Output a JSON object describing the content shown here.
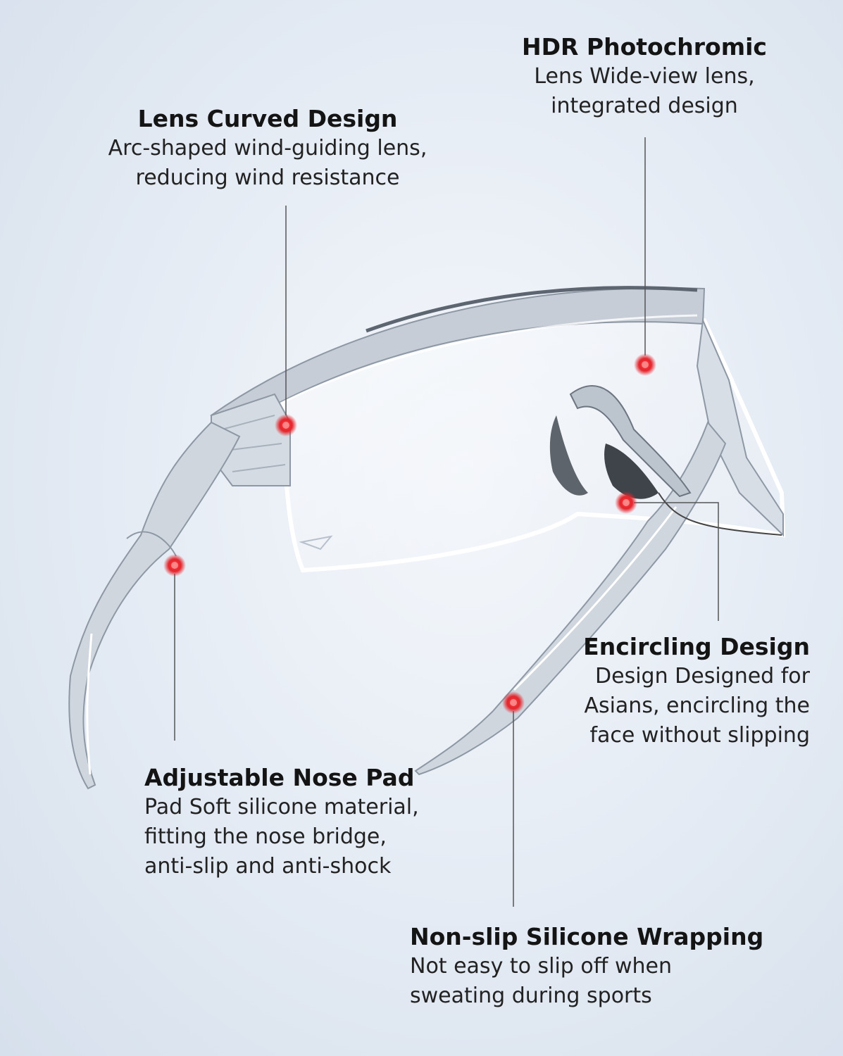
{
  "features": [
    {
      "title": "HDR Photochromic",
      "lines": [
        "Lens Wide-view lens,",
        "integrated design"
      ]
    },
    {
      "title": "Lens Curved Design",
      "lines": [
        "Arc-shaped wind-guiding lens,",
        "reducing wind resistance"
      ]
    },
    {
      "title": "Encircling Design",
      "lines": [
        "Design Designed for",
        "Asians, encircling the",
        "face without slipping"
      ]
    },
    {
      "title": "Adjustable Nose Pad",
      "lines": [
        "Pad Soft silicone material,",
        "fitting the nose bridge,",
        "anti-slip and anti-shock"
      ]
    },
    {
      "title": "Non-slip Silicone Wrapping",
      "lines": [
        "Not easy to slip off when",
        "sweating during sports"
      ]
    }
  ],
  "colors": {
    "marker": "#e3262d",
    "line": "#555555",
    "frame": "#9aa3ad"
  },
  "icons": {
    "product": "sports-sunglasses-illustration",
    "marker": "red-dot-icon"
  }
}
